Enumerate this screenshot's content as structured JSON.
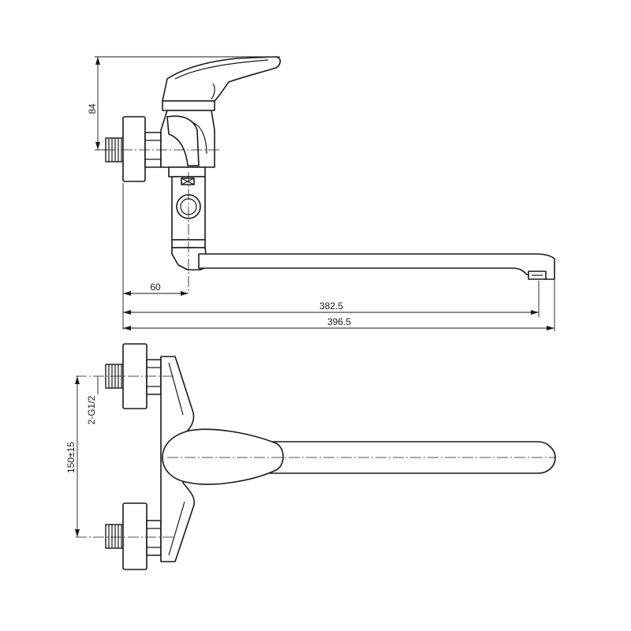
{
  "dimensions": {
    "height_handle": "84",
    "offset_60": "60",
    "length_382_5": "382.5",
    "length_396_5": "396.5",
    "thread": "2-G1/2",
    "spacing": "150±15"
  },
  "colors": {
    "line": "#1a1a1a",
    "background": "#ffffff"
  }
}
